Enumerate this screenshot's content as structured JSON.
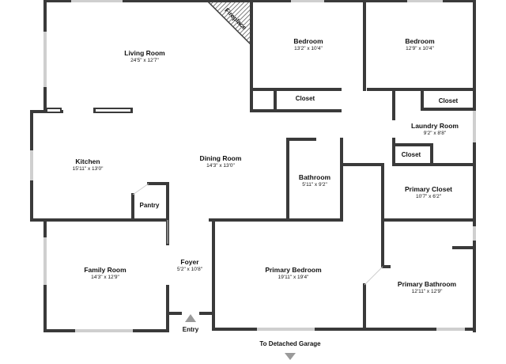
{
  "rooms": {
    "living_room": {
      "name": "Living Room",
      "dim": "24'5\" x 12'7\""
    },
    "bedroom_1": {
      "name": "Bedroom",
      "dim": "13'2\" x 10'4\""
    },
    "bedroom_2": {
      "name": "Bedroom",
      "dim": "12'9\" x 10'4\""
    },
    "laundry_room": {
      "name": "Laundry Room",
      "dim": "9'2\" x 8'8\""
    },
    "kitchen": {
      "name": "Kitchen",
      "dim": "15'11\" x 13'0\""
    },
    "dining_room": {
      "name": "Dining Room",
      "dim": "14'3\" x 13'0\""
    },
    "bathroom": {
      "name": "Bathroom",
      "dim": "5'11\" x 9'2\""
    },
    "primary_closet": {
      "name": "Primary Closet",
      "dim": "10'7\" x 6'2\""
    },
    "family_room": {
      "name": "Family Room",
      "dim": "14'3\" x 12'9\""
    },
    "foyer": {
      "name": "Foyer",
      "dim": "5'2\" x 10'8\""
    },
    "primary_bedroom": {
      "name": "Primary Bedroom",
      "dim": "19'11\" x 19'4\""
    },
    "primary_bathroom": {
      "name": "Primary Bathroom",
      "dim": "12'11\" x 12'9\""
    }
  },
  "closets": {
    "bedroom_1_closet": "Closet",
    "bedroom_2_closet": "Closet",
    "laundry_closet": "Closet"
  },
  "labels": {
    "fireplace": "Fireplace",
    "pantry": "Pantry",
    "entry": "Entry",
    "garage": "To Detached Garage"
  },
  "colors": {
    "wall": "#3a3a3a",
    "window": "#cfcfcf",
    "arrow": "#9a9a9a"
  }
}
